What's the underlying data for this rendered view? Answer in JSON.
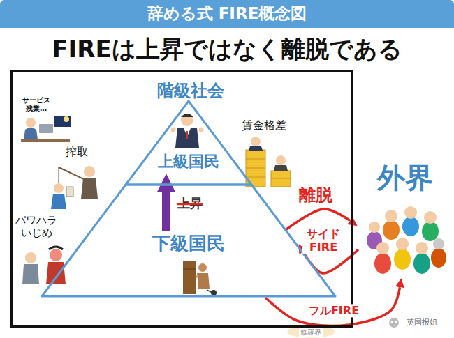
{
  "diagram": {
    "title": "辞める式 FIRE概念図",
    "nodes": [
      {
        "text": [
          "階級社会"
        ]
      },
      {
        "text": [
          "上級国民"
        ],
        "in": 0
      },
      {
        "text": [
          "下級国民"
        ],
        "in": 0
      },
      {
        "text": [
          "外界"
        ]
      }
    ],
    "edges": [
      {
        "from": 2,
        "to": 1,
        "arrow": "to",
        "label": "上昇"
      },
      {
        "from": 2,
        "to": 3,
        "arrow": "both",
        "label": "サイド FIRE"
      },
      {
        "from": 2,
        "to": 3,
        "arrow": "to",
        "label": "フルFIRE"
      }
    ],
    "labels": [
      "FIREは上昇ではなく離脱である",
      "サービス 残業…",
      "搾取",
      "賃金格差",
      "パワハラ いじめ",
      "離脱",
      "修羅界",
      "英国报姐"
    ]
  }
}
